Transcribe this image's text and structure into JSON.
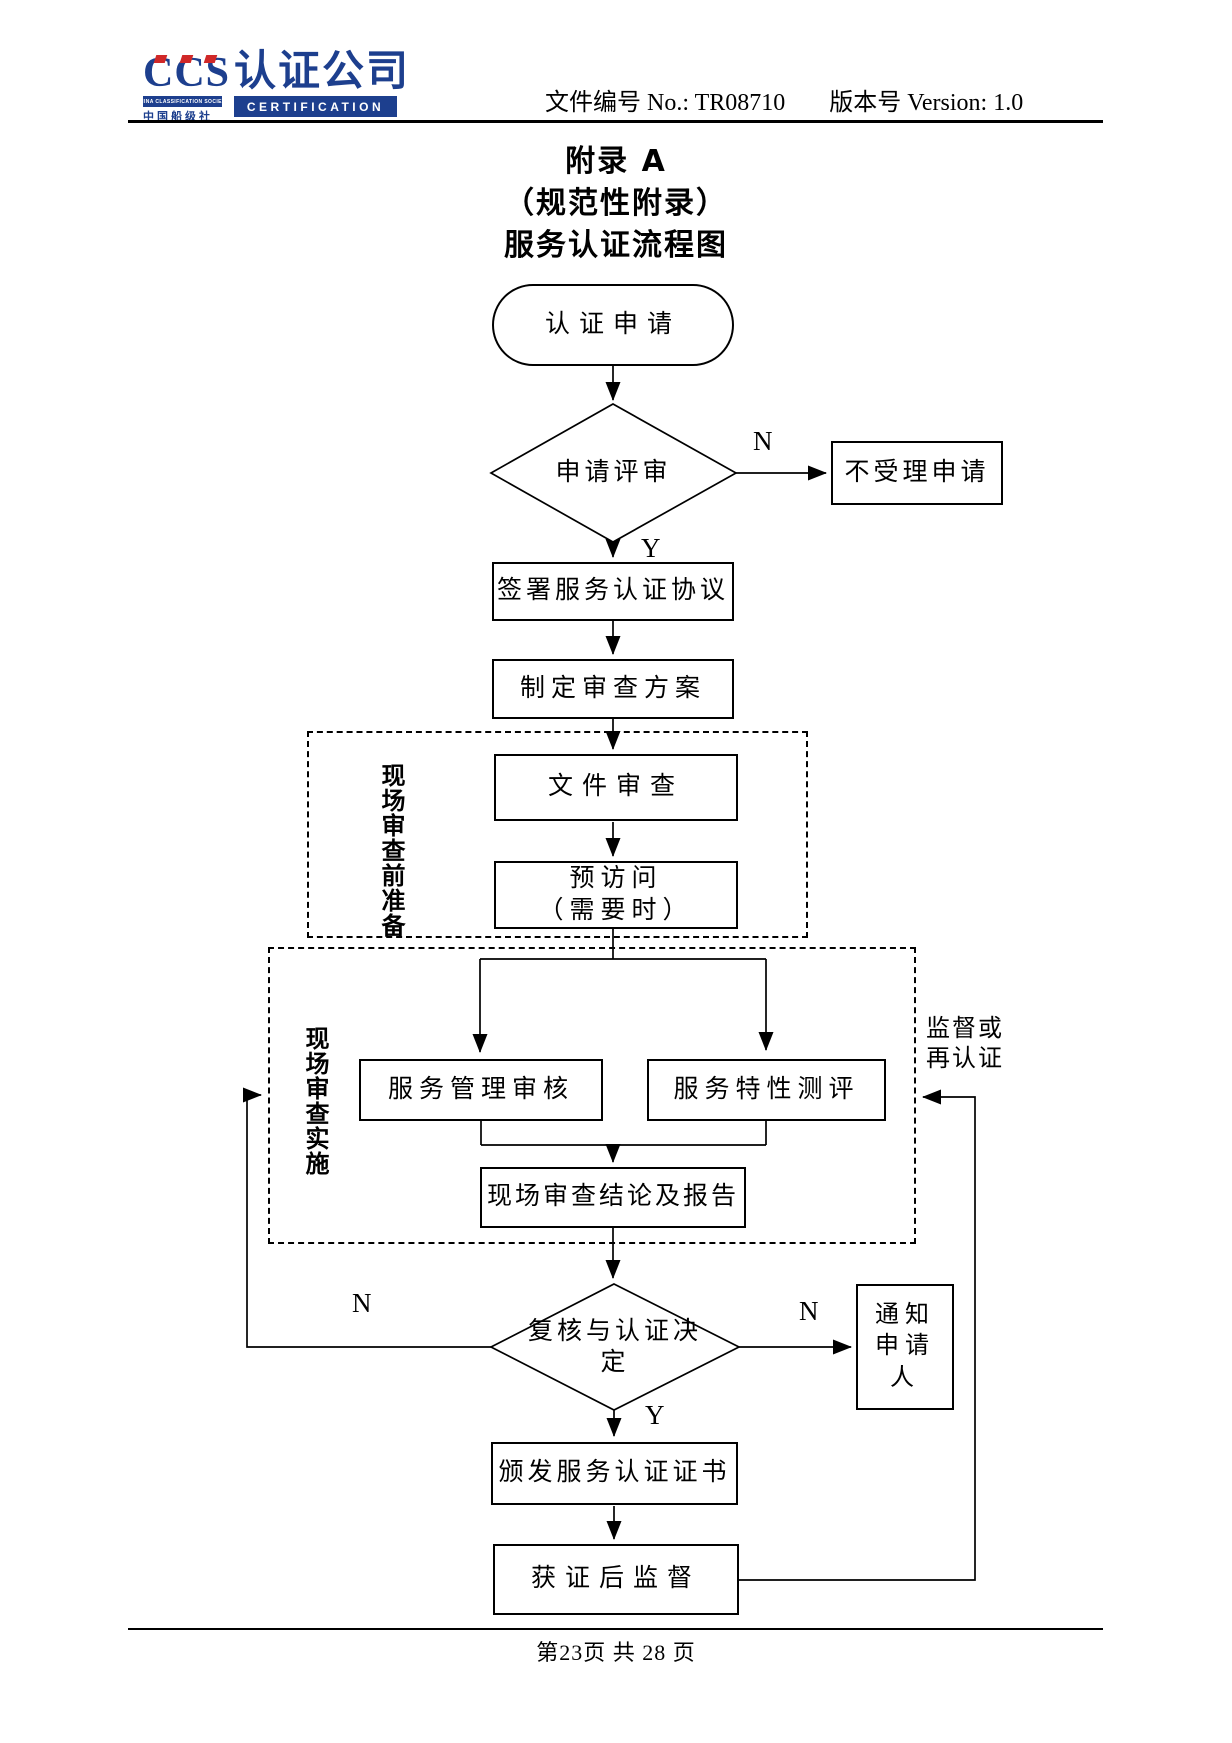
{
  "header": {
    "logo": {
      "ccs": "CCS",
      "society_en": "CHINA CLASSIFICATION SOCIETY",
      "society_cn": "中国船级社",
      "brand_cn": "认证公司",
      "brand_en": "CERTIFICATION",
      "navy": "#1d3f8e",
      "red": "#d02828"
    },
    "doc_no": "文件编号 No.: TR08710",
    "version": "版本号 Version: 1.0"
  },
  "title": {
    "lines": [
      "附录 A",
      "（规范性附录）",
      "服务认证流程图"
    ]
  },
  "flowchart": {
    "nodes": {
      "start": "认证申请",
      "review": "申请评审",
      "reject": "不受理申请",
      "sign": "签署服务认证协议",
      "plan": "制定审查方案",
      "doc_review": "文件审查",
      "previsit": [
        "预访问",
        "（需要时）"
      ],
      "mgmt_audit": "服务管理审核",
      "char_eval": "服务特性测评",
      "conclusion": "现场审查结论及报告",
      "decision": [
        "复核与认证决",
        "定"
      ],
      "notify": [
        "通知",
        "申请",
        "人"
      ],
      "issue": "颁发服务认证证书",
      "supervise": "获证后监督"
    },
    "groups": {
      "group1": "现场审查前准备",
      "group2": "现场审查实施"
    },
    "labels": {
      "yes": "Y",
      "no": "N",
      "feedback": [
        "监督或",
        "再认证"
      ]
    },
    "line_color": "#000000"
  },
  "footer": {
    "page": "第23页  共 28 页"
  }
}
